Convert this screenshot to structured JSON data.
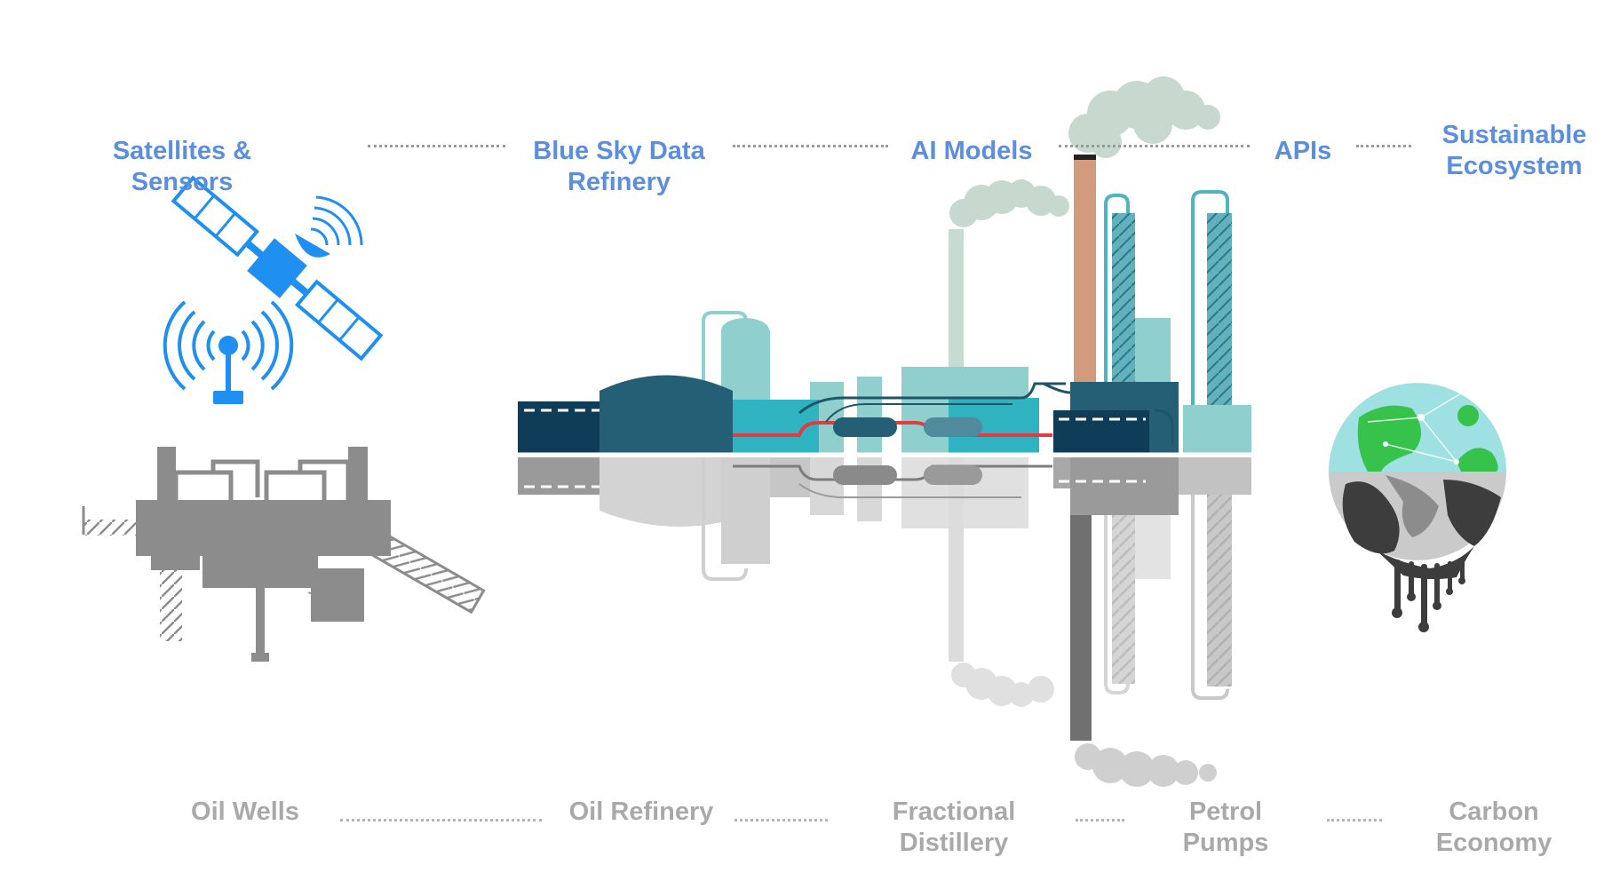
{
  "top_labels": [
    {
      "text": "Satellites &\nSensors"
    },
    {
      "text": "Blue Sky Data\nRefinery"
    },
    {
      "text": "AI Models"
    },
    {
      "text": "APIs"
    },
    {
      "text": "Sustainable\nEcosystem"
    }
  ],
  "bottom_labels": [
    {
      "text": "Oil Wells"
    },
    {
      "text": "Oil Refinery"
    },
    {
      "text": "Fractional\nDistillery"
    },
    {
      "text": "Petrol\nPumps"
    },
    {
      "text": "Carbon\nEconomy"
    }
  ],
  "colors": {
    "top_label": "#5b8fdc",
    "bottom_label": "#a9a9a9",
    "satellite": "#1f8ff0",
    "refinery_dark": "#0f3c57",
    "refinery_teal": "#2fb3c0",
    "refinery_light": "#8fd0cf",
    "chimney": "#d39b7e",
    "reflection_gray": "#9a9a9a",
    "globe_water": "#9fe0e2",
    "globe_land": "#37c24c",
    "oil": "#3d3d3d"
  },
  "icons": [
    "satellite-icon",
    "antenna-icon",
    "oil-rig-icon",
    "refinery-icon",
    "globe-icon"
  ]
}
